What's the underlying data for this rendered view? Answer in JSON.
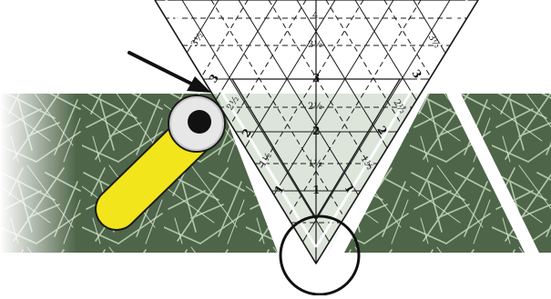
{
  "illustration": {
    "subject": "triangle-ruler-cutting-fabric",
    "colors": {
      "fabric": "#4f6549",
      "fabric_fibers": "#b6cfae",
      "ruler_fill": "#ffffff",
      "ruler_lines": "#1a1a1a",
      "cutter_handle": "#f2e51b",
      "cutter_blade": "#bfbfbf",
      "arrow": "#111111",
      "highlight_circle": "#111111"
    },
    "ruler_labels": {
      "major": [
        "1",
        "2",
        "3",
        "4"
      ],
      "half_center": [
        "1½",
        "2½",
        "3½"
      ],
      "half_side": [
        "½",
        "1½",
        "2½",
        "3½"
      ]
    }
  }
}
